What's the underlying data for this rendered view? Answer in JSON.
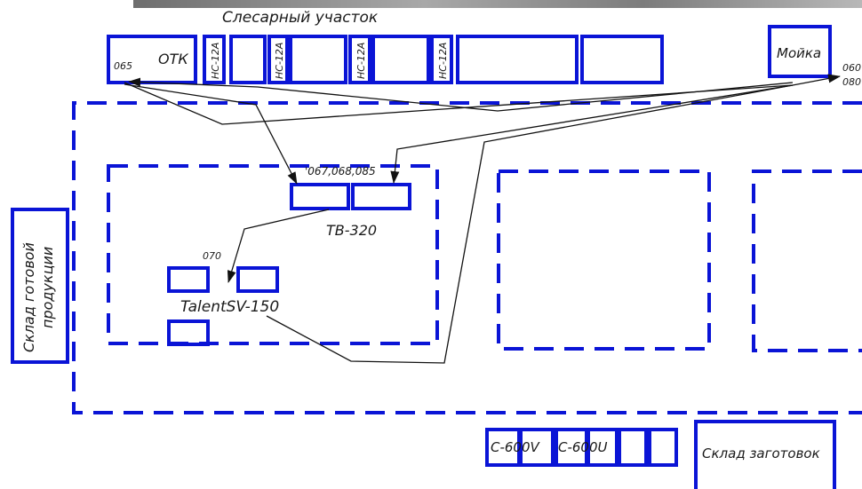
{
  "top_area_title": "Слесарный участок",
  "boxes": {
    "otk": "ОТК",
    "otk_op": "065",
    "nc_1": "НС-12А",
    "nc_2": "НС-12А",
    "nc_3": "НС-12А",
    "nc_4": "НС-12А",
    "moika": "Мойка",
    "moika_op_1": "060",
    "moika_op_2": "080",
    "finished_goods": [
      "Склад готовой",
      "продукции"
    ],
    "c600_1": "С-600V",
    "c600_2": "С-600U",
    "blanks_warehouse": "Склад заготовок"
  },
  "machines": {
    "tv320": "ТВ-320",
    "tv320_ops": "'067,068,085",
    "talent": "TalentSV-150",
    "talent_op": "070"
  },
  "colors": {
    "line_blue": "#0a14d6",
    "arrow_black": "#111111",
    "photo_strip": "#8a8a8a"
  }
}
